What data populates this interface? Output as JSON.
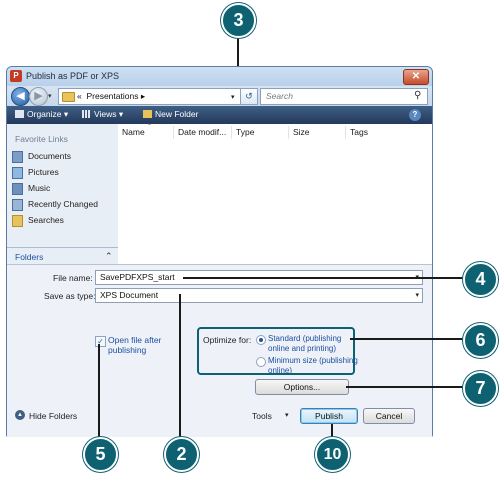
{
  "dialog": {
    "title": "Publish as PDF or XPS",
    "close_label": "✕"
  },
  "address": {
    "prefix": "«",
    "location": "Presentations",
    "chevron": "▸",
    "dropdown": "▾",
    "refresh_glyph": "↺",
    "search_placeholder": "Search"
  },
  "toolbar": {
    "organize": "Organize ▾",
    "views": "Views ▾",
    "new_folder": "New Folder",
    "help": "?"
  },
  "favorites": {
    "header": "Favorite Links",
    "items": [
      {
        "label": "Documents",
        "icon": "documents-icon"
      },
      {
        "label": "Pictures",
        "icon": "pictures-icon"
      },
      {
        "label": "Music",
        "icon": "music-icon"
      },
      {
        "label": "Recently Changed",
        "icon": "recent-icon"
      },
      {
        "label": "Searches",
        "icon": "searches-icon"
      }
    ],
    "folders_label": "Folders",
    "folders_chevron": "⌃"
  },
  "file_list": {
    "columns": [
      "Name",
      "Date modif...",
      "Type",
      "Size",
      "Tags"
    ]
  },
  "form": {
    "file_name_label": "File name:",
    "file_name_value": "SavePDFXPS_start",
    "save_type_label": "Save as type:",
    "save_type_value": "XPS Document",
    "open_after_label_1": "Open file after",
    "open_after_label_2": "publishing",
    "optimize_label": "Optimize for:",
    "standard_line1": "Standard (publishing",
    "standard_line2": "online and printing)",
    "minimum_line1": "Minimum size (publishing",
    "minimum_line2": "online)",
    "options_button": "Options...",
    "hide_folders": "Hide Folders",
    "tools": "Tools",
    "tools_dropdown": "▾",
    "publish_button": "Publish",
    "cancel_button": "Cancel"
  },
  "callouts": {
    "c3": "3",
    "c4": "4",
    "c6": "6",
    "c7": "7",
    "c5": "5",
    "c2": "2",
    "c10": "10"
  },
  "colors": {
    "callout": "#0d6170",
    "toolbar": "#2e4a6e",
    "link": "#1b4fa0"
  }
}
